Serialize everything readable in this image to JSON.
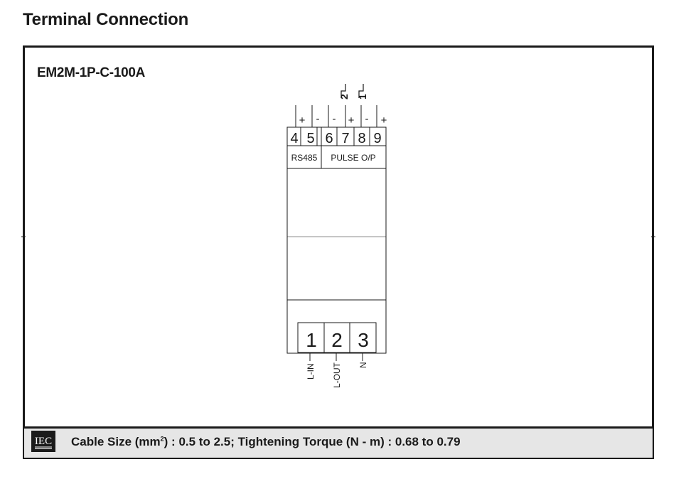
{
  "heading": "Terminal Connection",
  "model": "EM2M-1P-C-100A",
  "logo_text": "IEC",
  "footer": {
    "prefix": "Cable Size (mm",
    "superscript": "2",
    "suffix": ") : 0.5 to 2.5; Tightening Torque (N - m) : 0.68 to 0.79"
  },
  "top_terminals": [
    "4",
    "5",
    "6",
    "7",
    "8",
    "9"
  ],
  "top_polarity": [
    "+",
    "-",
    "-",
    "+",
    "-",
    "+"
  ],
  "pulse_labels": [
    "2",
    "1"
  ],
  "group_labels": {
    "rs485": "RS485",
    "pulse": "PULSE O/P"
  },
  "bottom_terminals": [
    "1",
    "2",
    "3"
  ],
  "bottom_labels": [
    "L-IN",
    "L-OUT",
    "N"
  ],
  "colors": {
    "line": "#1a1a1a",
    "footer_bg": "#e6e6e6"
  }
}
